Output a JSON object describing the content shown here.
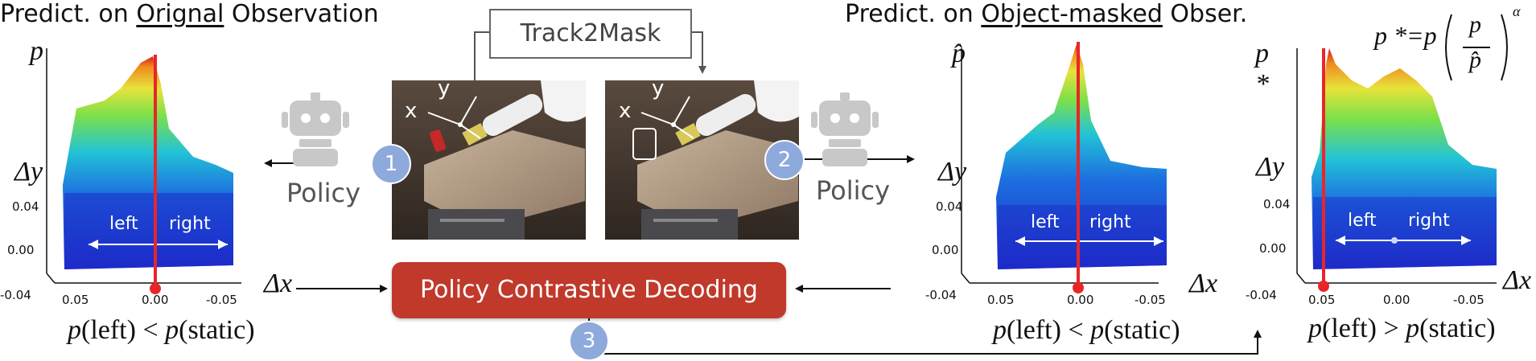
{
  "left_title": {
    "prefix": "Predict. on ",
    "underlined": "Orignal",
    "suffix": " Observation"
  },
  "right_title": {
    "prefix": "Predict. on ",
    "underlined": "Object-masked",
    "suffix": " Obser."
  },
  "track2mask_label": "Track2Mask",
  "policy_label": "Policy",
  "pcd_label": "Policy Contrastive Decoding",
  "badges": [
    "1",
    "2",
    "3"
  ],
  "image_axis": {
    "x": "x",
    "y": "y"
  },
  "formula": {
    "lhs": "p *=p",
    "num": "p",
    "den": "p̂",
    "exp": "α"
  },
  "plots": [
    {
      "ylabel": "p",
      "dy": "Δy",
      "dx": "Δx",
      "yticks": [
        "0.04",
        "0.00",
        "-0.04"
      ],
      "xticks": [
        "0.05",
        "0.00",
        "-0.05"
      ],
      "left": "left",
      "right": "right",
      "caption": {
        "a": "p",
        "b": "(left) < ",
        "c": "p",
        "d": "(static)"
      }
    },
    {
      "ylabel": "p̂",
      "dy": "Δy",
      "dx": "Δx",
      "yticks": [
        "0.04",
        "0.00",
        "-0.04"
      ],
      "xticks": [
        "0.05",
        "0.00",
        "-0.05"
      ],
      "left": "left",
      "right": "right",
      "caption": {
        "a": "p",
        "b": "(left) < ",
        "c": "p",
        "d": "(static)"
      }
    },
    {
      "ylabel": "p *",
      "dy": "Δy",
      "dx": "Δx",
      "yticks": [
        "0.04",
        "0.00",
        "-0.04"
      ],
      "xticks": [
        "0.05",
        "0.00",
        "-0.05"
      ],
      "left": "left",
      "right": "right",
      "caption": {
        "a": "p",
        "b": "(left) > ",
        "c": "p",
        "d": "(static)"
      }
    }
  ],
  "colors": {
    "accent_red": "#c0392b",
    "badge_blue": "#8ea9dc",
    "marker_red": "#e8262a"
  }
}
